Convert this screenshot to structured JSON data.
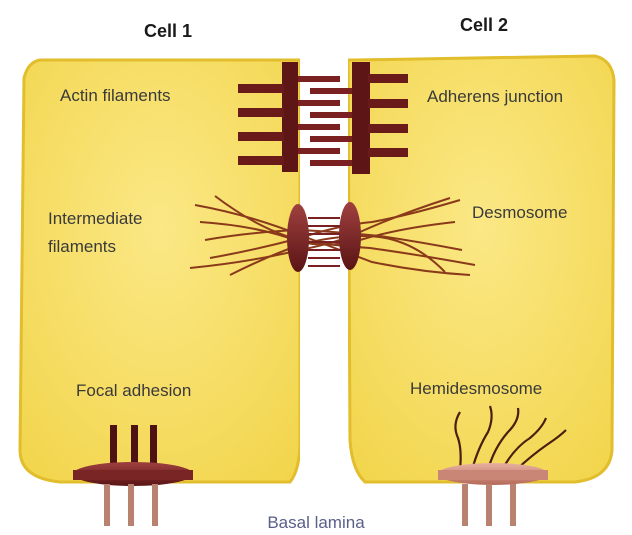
{
  "cells": {
    "cell1_title": "Cell 1",
    "cell2_title": "Cell 2"
  },
  "labels": {
    "actin_filaments": "Actin filaments",
    "adherens_junction": "Adherens junction",
    "intermediate_filaments_line1": "Intermediate",
    "intermediate_filaments_line2": "filaments",
    "desmosome": "Desmosome",
    "focal_adhesion": "Focal adhesion",
    "hemidesmosome": "Hemidesmosome",
    "basal_lamina": "Basal lamina"
  },
  "colors": {
    "cell_fill": "#f7df62",
    "cell_stroke": "#e2bd2c",
    "plaque": "#6b1a1a",
    "junction_bar": "#5e1515",
    "filament": "#8a3a1a",
    "hemidesmosome_plaque": "#c98575",
    "leg": "#b88170"
  }
}
